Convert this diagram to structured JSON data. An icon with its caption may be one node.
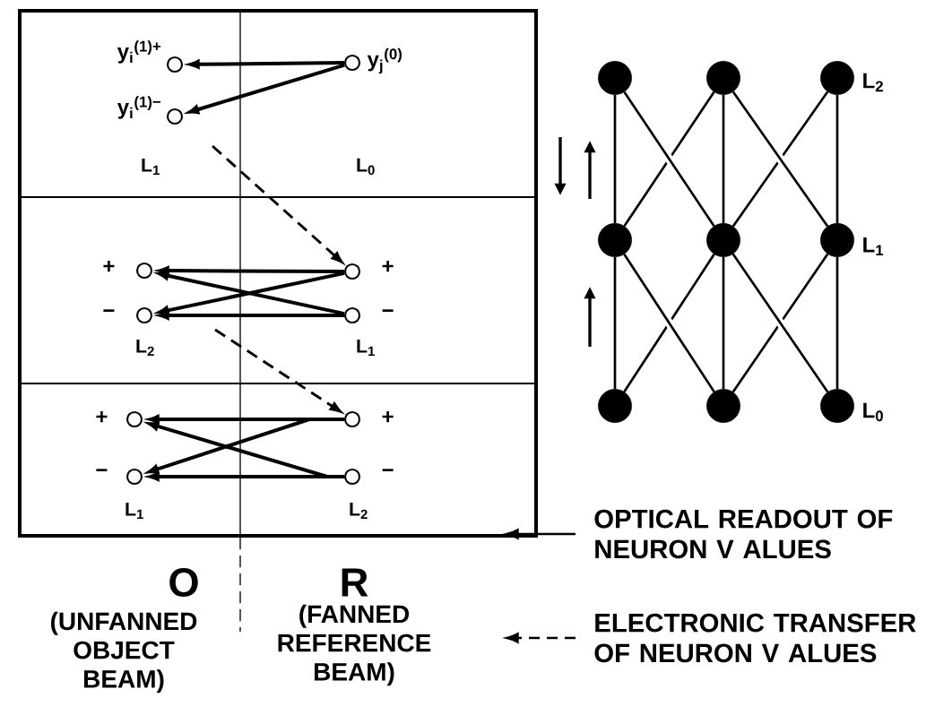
{
  "diagram": {
    "nodes": [
      {
        "text": [],
        "shape": "circle",
        "beside": [
          "y$_{i}$$^{(1)+}$"
        ]
      },
      {
        "text": [],
        "shape": "circle",
        "beside": [
          "y$_{i}$$^{(1)−}$"
        ]
      },
      {
        "text": [],
        "shape": "circle",
        "beside": [
          "y$_{j}$$^{(0)}$"
        ]
      },
      {
        "text": [],
        "shape": "circle",
        "beside": [
          "+"
        ]
      },
      {
        "text": [],
        "shape": "circle",
        "beside": [
          "−"
        ]
      },
      {
        "text": [],
        "shape": "circle",
        "beside": [
          "+"
        ]
      },
      {
        "text": [],
        "shape": "circle",
        "beside": [
          "−"
        ]
      },
      {
        "text": [],
        "shape": "circle",
        "beside": [
          "+"
        ]
      },
      {
        "text": [],
        "shape": "circle",
        "beside": [
          "−"
        ]
      },
      {
        "text": [],
        "shape": "circle",
        "beside": [
          "+"
        ]
      },
      {
        "text": [],
        "shape": "circle",
        "beside": [
          "−"
        ]
      },
      {
        "text": [],
        "shape": "circle"
      },
      {
        "text": [],
        "shape": "circle"
      },
      {
        "text": [],
        "shape": "circle",
        "beside": [
          "L$_{2}$"
        ]
      },
      {
        "text": [],
        "shape": "circle"
      },
      {
        "text": [],
        "shape": "circle"
      },
      {
        "text": [],
        "shape": "circle",
        "beside": [
          "L$_{1}$"
        ]
      },
      {
        "text": [],
        "shape": "circle"
      },
      {
        "text": [],
        "shape": "circle"
      },
      {
        "text": [],
        "shape": "circle",
        "beside": [
          "L$_{0}$"
        ]
      }
    ],
    "edges": [
      {
        "from": 2,
        "to": 0,
        "arrow": "to"
      },
      {
        "from": 2,
        "to": 1,
        "arrow": "to"
      },
      {
        "from": null,
        "to": 5,
        "arrow": "to",
        "style": "dashed"
      },
      {
        "from": 5,
        "to": 3,
        "arrow": "to"
      },
      {
        "from": 5,
        "to": 4,
        "arrow": "to"
      },
      {
        "from": 6,
        "to": 3,
        "arrow": "to"
      },
      {
        "from": 6,
        "to": 4,
        "arrow": "to"
      },
      {
        "from": null,
        "to": 9,
        "arrow": "to",
        "style": "dashed"
      },
      {
        "from": 9,
        "to": 7,
        "arrow": "to"
      },
      {
        "from": 9,
        "to": 8,
        "arrow": "to"
      },
      {
        "from": 10,
        "to": 7,
        "arrow": "to"
      },
      {
        "from": 10,
        "to": 8,
        "arrow": "to"
      },
      {
        "from": 14,
        "to": 11,
        "arrow": "none"
      },
      {
        "from": 14,
        "to": 12,
        "arrow": "none"
      },
      {
        "from": 15,
        "to": 11,
        "arrow": "none"
      },
      {
        "from": 15,
        "to": 12,
        "arrow": "none"
      },
      {
        "from": 15,
        "to": 13,
        "arrow": "none"
      },
      {
        "from": 16,
        "to": 12,
        "arrow": "none"
      },
      {
        "from": 16,
        "to": 13,
        "arrow": "none"
      },
      {
        "from": 17,
        "to": 14,
        "arrow": "none"
      },
      {
        "from": 17,
        "to": 15,
        "arrow": "none"
      },
      {
        "from": 18,
        "to": 14,
        "arrow": "none"
      },
      {
        "from": 18,
        "to": 15,
        "arrow": "none"
      },
      {
        "from": 18,
        "to": 16,
        "arrow": "none"
      },
      {
        "from": 19,
        "to": 15,
        "arrow": "none"
      },
      {
        "from": 19,
        "to": 16,
        "arrow": "none"
      }
    ],
    "labels": [
      "L$_{1}$",
      "L$_{0}$",
      "L$_{2}$",
      "L$_{1}$",
      "L$_{1}$",
      "L$_{2}$",
      "O",
      "R",
      "(UNFANNED OBJECT BEAM)",
      "(FANNED REFERENCE BEAM)"
    ],
    "legend": [
      {
        "text": "OPTICAL READOUT OF NEURON V ALUES"
      },
      {
        "text": "ELECTRONIC TRANSFER OF NEURON V ALUES"
      }
    ]
  }
}
